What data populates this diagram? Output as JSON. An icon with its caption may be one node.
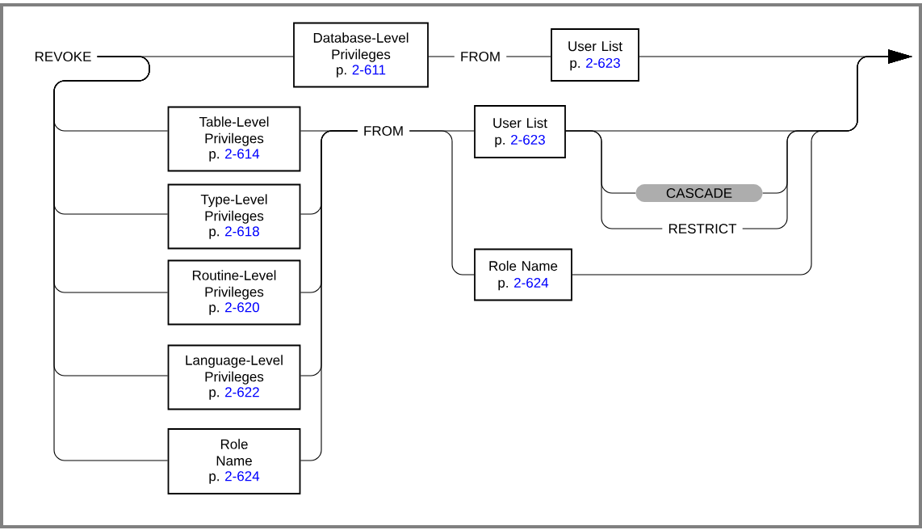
{
  "diagram": {
    "nodes": [
      {
        "text": [
          "REVOKE"
        ]
      },
      {
        "text": [
          "Database-Level Privileges",
          "p.",
          "2-611"
        ]
      },
      {
        "text": [
          "FROM"
        ]
      },
      {
        "text": [
          "User List",
          "p.",
          "2-623"
        ]
      },
      {
        "text": [
          "Table-Level Privileges",
          "p.",
          "2-614"
        ]
      },
      {
        "text": [
          "Type-Level Privileges",
          "p.",
          "2-618"
        ]
      },
      {
        "text": [
          "Routine-Level Privileges",
          "p.",
          "2-620"
        ]
      },
      {
        "text": [
          "Language-Level Privileges",
          "p.",
          "2-622"
        ]
      },
      {
        "text": [
          "Role Name",
          "p.",
          "2-624"
        ]
      },
      {
        "text": [
          "FROM"
        ]
      },
      {
        "text": [
          "User List",
          "p.",
          "2-623"
        ]
      },
      {
        "text": [
          "CASCADE"
        ]
      },
      {
        "text": [
          "RESTRICT"
        ]
      },
      {
        "text": [
          "Role Name",
          "p.",
          "2-624"
        ]
      }
    ],
    "edges": [
      {
        "from": 0,
        "to": 1,
        "arrow": "none"
      },
      {
        "from": 0,
        "to": 4,
        "arrow": "none"
      },
      {
        "from": 0,
        "to": 5,
        "arrow": "none"
      },
      {
        "from": 0,
        "to": 6,
        "arrow": "none"
      },
      {
        "from": 0,
        "to": 7,
        "arrow": "none"
      },
      {
        "from": 0,
        "to": 8,
        "arrow": "none"
      },
      {
        "from": 1,
        "to": 2,
        "arrow": "none"
      },
      {
        "from": 2,
        "to": 3,
        "arrow": "none"
      },
      {
        "from": 3,
        "to": null,
        "arrow": "to"
      },
      {
        "from": 4,
        "to": 9,
        "arrow": "none"
      },
      {
        "from": 5,
        "to": 9,
        "arrow": "none"
      },
      {
        "from": 6,
        "to": 9,
        "arrow": "none"
      },
      {
        "from": 7,
        "to": 9,
        "arrow": "none"
      },
      {
        "from": 8,
        "to": 9,
        "arrow": "none"
      },
      {
        "from": 9,
        "to": 10,
        "arrow": "none"
      },
      {
        "from": 9,
        "to": 13,
        "arrow": "none"
      },
      {
        "from": 10,
        "to": null,
        "arrow": "to"
      },
      {
        "from": 10,
        "to": 11,
        "arrow": "none"
      },
      {
        "from": 10,
        "to": 12,
        "arrow": "none"
      },
      {
        "from": 11,
        "to": null,
        "arrow": "to"
      },
      {
        "from": 12,
        "to": null,
        "arrow": "to"
      },
      {
        "from": 13,
        "to": null,
        "arrow": "to"
      }
    ]
  }
}
